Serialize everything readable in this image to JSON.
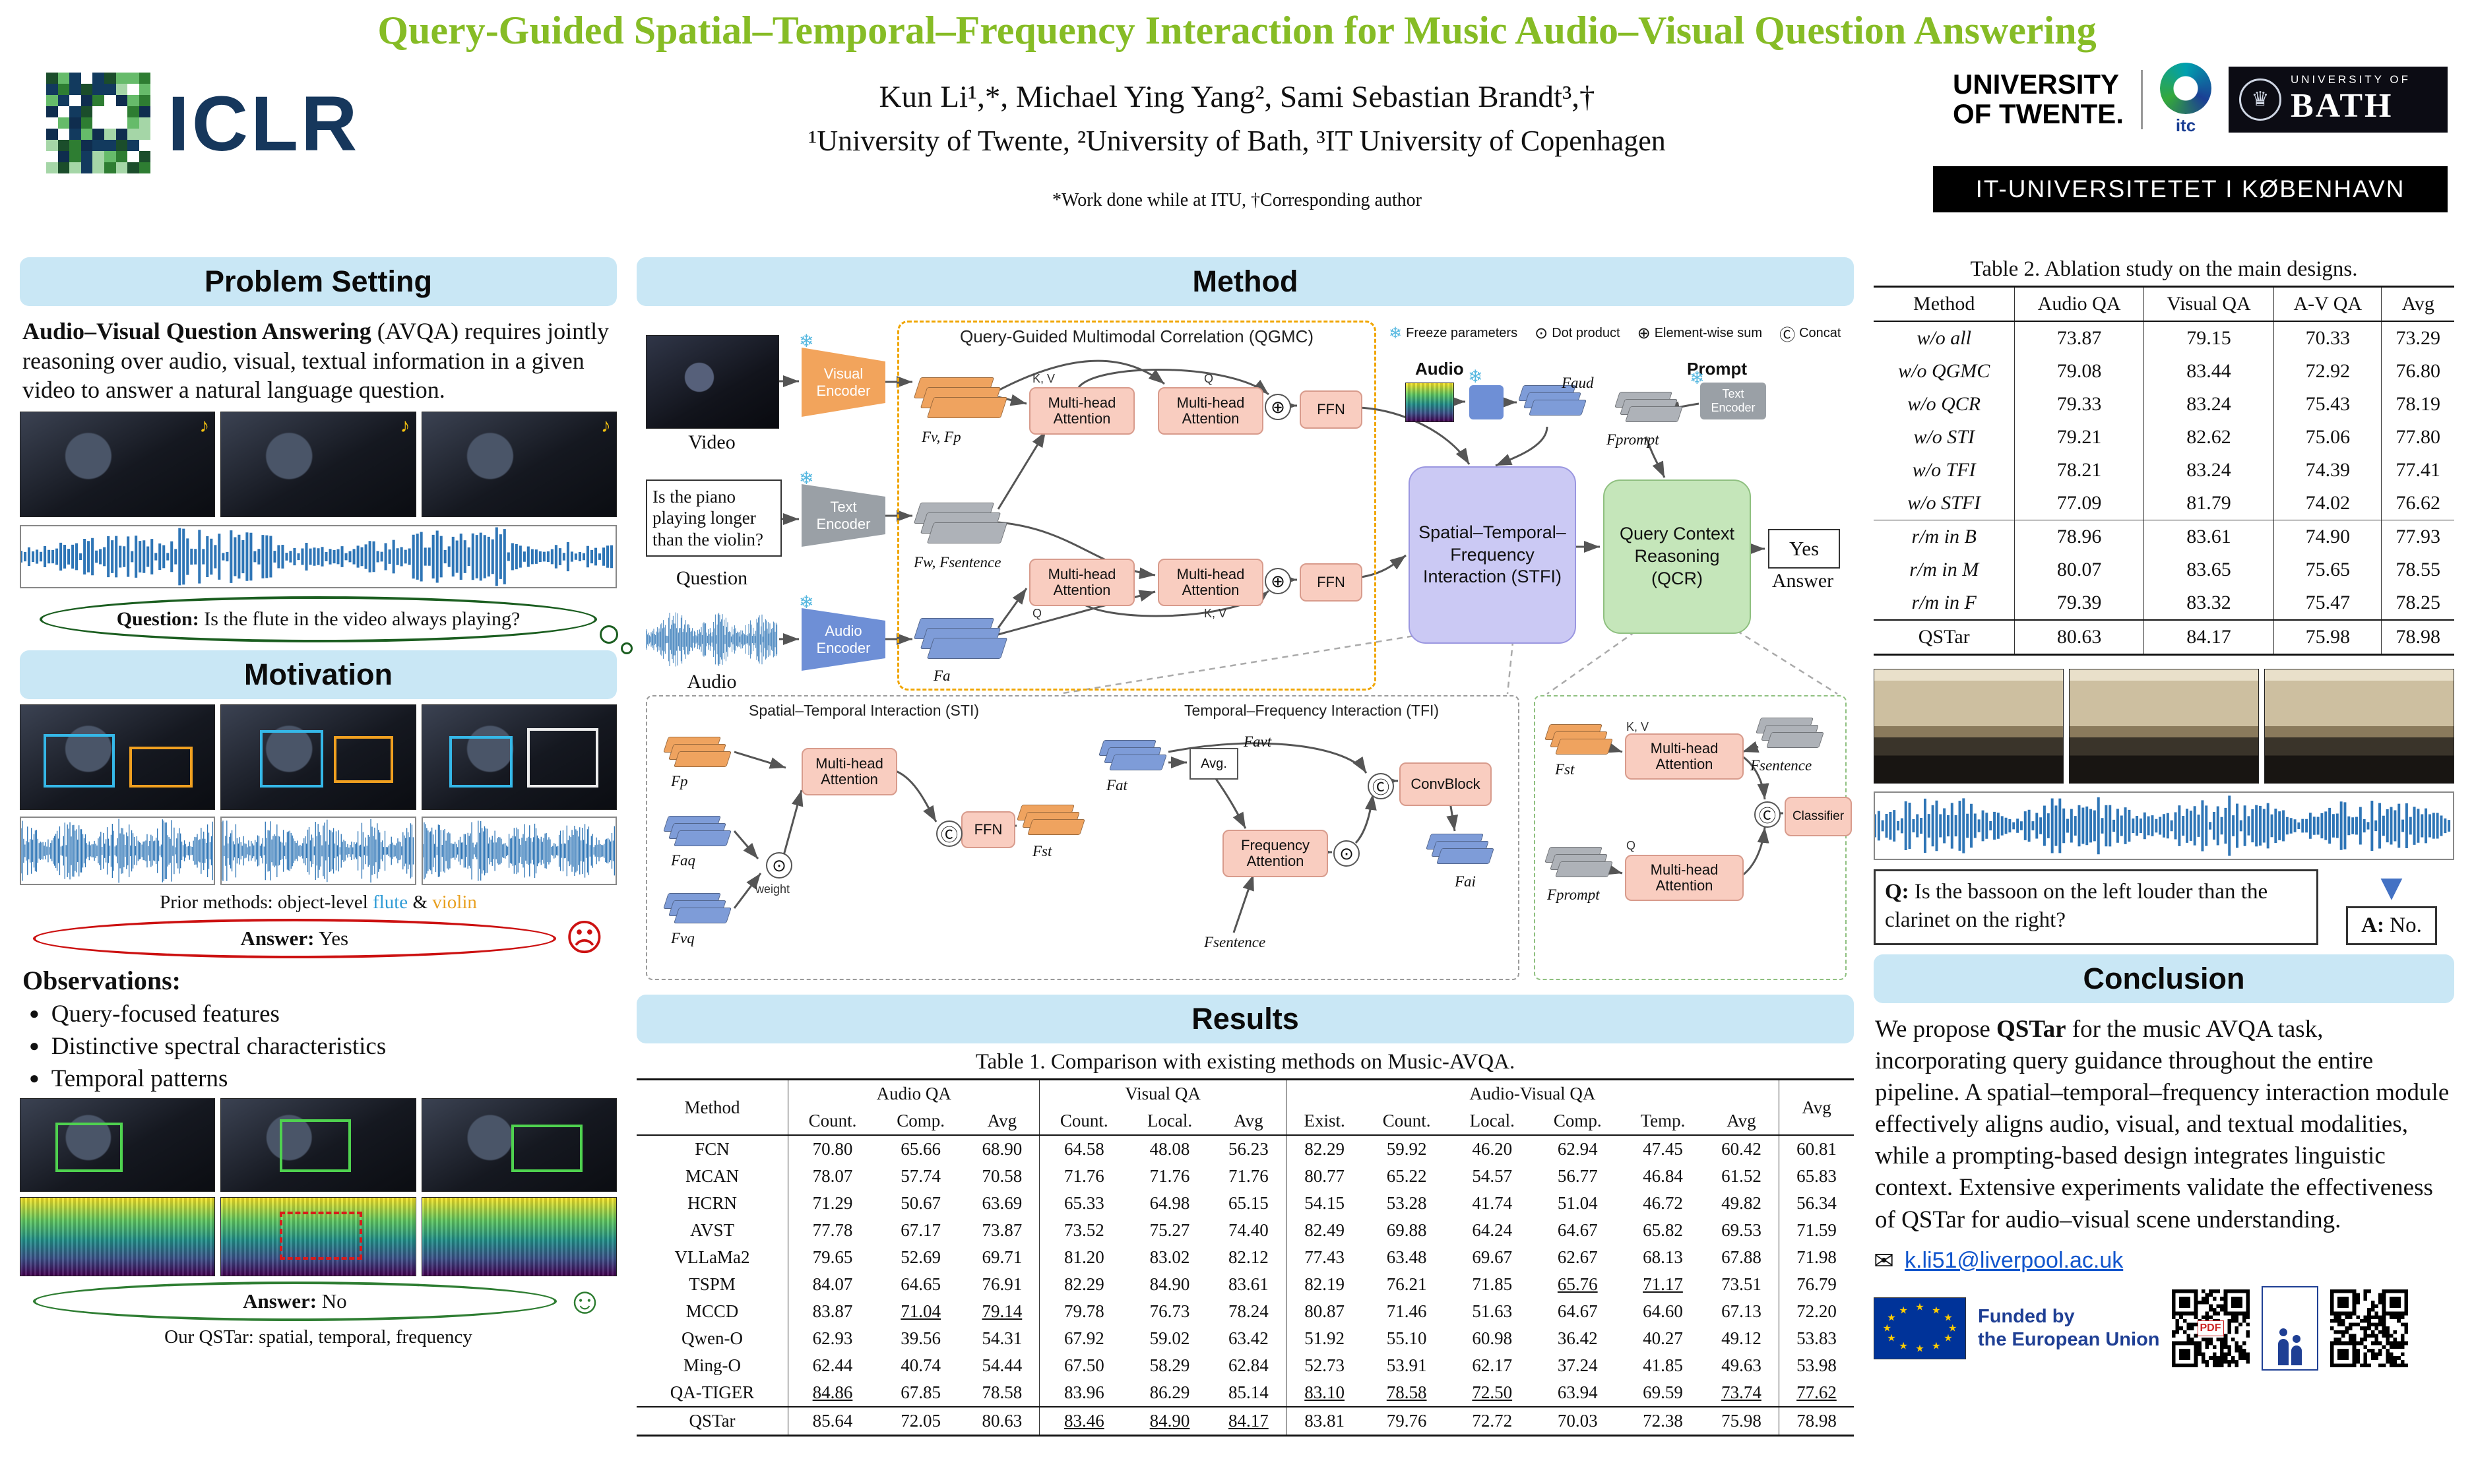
{
  "header": {
    "title": "Query-Guided Spatial–Temporal–Frequency Interaction for Music Audio–Visual Question Answering",
    "authors": "Kun Li¹,*, Michael Ying Yang², Sami Sebastian Brandt³,†",
    "affiliations": "¹University of Twente, ²University of Bath, ³IT University of Copenhagen",
    "footnote": "*Work done while at ITU, †Corresponding author",
    "iclr": "ICLR",
    "logos": {
      "twente1": "UNIVERSITY",
      "twente2": "OF TWENTE.",
      "itc": "itc",
      "bath_top": "UNIVERSITY OF",
      "bath": "BATH",
      "itu": "IT-UNIVERSITETET I KØBENHAVN"
    }
  },
  "left": {
    "problem": {
      "title": "Problem Setting",
      "bold": "Audio–Visual Question Answering",
      "rest": " (AVQA) requires jointly reasoning over audio, visual, textual information in a given video to answer a natural language question.",
      "question_label": "Question:",
      "question_text": " Is the flute in the video always playing?"
    },
    "motivation": {
      "title": "Motivation",
      "prior_prefix": "Prior methods: object-level ",
      "prior_flute": "flute",
      "prior_amp": " & ",
      "prior_violin": "violin",
      "answer_label": "Answer:",
      "answer_yes": " Yes",
      "answer_no": " No",
      "sad_face": "☹",
      "happy_face": "☺",
      "observations_title": "Observations:",
      "observations": [
        "Query-focused features",
        "Distinctive spectral characteristics",
        "Temporal patterns"
      ],
      "caption": "Our QSTar: spatial, temporal, frequency"
    }
  },
  "method": {
    "title": "Method",
    "qgmc_title": "Query-Guided Multimodal Correlation (QGMC)",
    "video_label": "Video",
    "question_label": "Question",
    "audio_label": "Audio",
    "question_text": "Is the piano playing longer than the violin?",
    "visual_encoder": "Visual Encoder",
    "text_encoder": "Text Encoder",
    "audio_encoder": "Audio Encoder",
    "text_encoder_small": "Text Encoder",
    "mha": "Multi-head Attention",
    "ffn": "FFN",
    "legend": [
      {
        "sym": "❄",
        "label": "Freeze parameters"
      },
      {
        "sym": "⊙",
        "label": "Dot product"
      },
      {
        "sym": "⊕",
        "label": "Element-wise sum"
      },
      {
        "sym": "Ⓒ",
        "label": "Concat"
      }
    ],
    "audio_top": "Audio",
    "prompt_top": "Prompt",
    "stfi": "Spatial–Temporal–Frequency Interaction (STFI)",
    "qcr": "Query Context Reasoning (QCR)",
    "answer_value": "Yes",
    "answer_label": "Answer",
    "sti_title": "Spatial–Temporal Interaction (STI)",
    "tfi_title": "Temporal–Frequency Interaction (TFI)",
    "freq_attention": "Frequency Attention",
    "convblock": "ConvBlock",
    "classifier": "Classifier",
    "avg": "Avg.",
    "weight": "weight",
    "plus": "⊕",
    "dot": "⊙",
    "concat": "Ⓒ",
    "kv_label": "K, V",
    "q_label": "Q",
    "feats": {
      "fvfp": "Fv, Fp",
      "fwfs": "Fw, Fsentence",
      "fa": "Fa",
      "faud": "Faud",
      "fprompt": "Fprompt",
      "fp": "Fp",
      "faq": "Faq",
      "fvq": "Fvq",
      "fst": "Fst",
      "fat": "Fat",
      "favt": "Favt",
      "fai": "Fai",
      "fsentence": "Fsentence"
    }
  },
  "results": {
    "title": "Results",
    "table1": {
      "caption": "Table 1. Comparison with existing methods on Music-AVQA.",
      "method_header": "Method",
      "avg_header": "Avg",
      "groups": [
        {
          "label": "Audio QA",
          "cols": [
            "Count.",
            "Comp.",
            "Avg"
          ]
        },
        {
          "label": "Visual QA",
          "cols": [
            "Count.",
            "Local.",
            "Avg"
          ]
        },
        {
          "label": "Audio-Visual QA",
          "cols": [
            "Exist.",
            "Count.",
            "Local.",
            "Comp.",
            "Temp.",
            "Avg"
          ]
        }
      ],
      "rows": [
        [
          "FCN",
          "70.80",
          "65.66",
          "68.90",
          "64.58",
          "48.08",
          "56.23",
          "82.29",
          "59.92",
          "46.20",
          "62.94",
          "47.45",
          "60.42",
          "60.81"
        ],
        [
          "MCAN",
          "78.07",
          "57.74",
          "70.58",
          "71.76",
          "71.76",
          "71.76",
          "80.77",
          "65.22",
          "54.57",
          "56.77",
          "46.84",
          "61.52",
          "65.83"
        ],
        [
          "HCRN",
          "71.29",
          "50.67",
          "63.69",
          "65.33",
          "64.98",
          "65.15",
          "54.15",
          "53.28",
          "41.74",
          "51.04",
          "46.72",
          "49.82",
          "56.34"
        ],
        [
          "AVST",
          "77.78",
          "67.17",
          "73.87",
          "73.52",
          "75.27",
          "74.40",
          "82.49",
          "69.88",
          "64.24",
          "64.67",
          "65.82",
          "69.53",
          "71.59"
        ],
        [
          "VLLaMa2",
          "79.65",
          "52.69",
          "69.71",
          "81.20",
          "83.02",
          "82.12",
          "77.43",
          "63.48",
          "69.67",
          "62.67",
          "68.13",
          "67.88",
          "71.98"
        ],
        [
          "TSPM",
          "84.07",
          "64.65",
          "76.91",
          "82.29",
          "84.90",
          "83.61",
          "82.19",
          "76.21",
          "71.85",
          "u!65.76",
          "u!71.17",
          "73.51",
          "76.79"
        ],
        [
          "MCCD",
          "83.87",
          "u!71.04",
          "u!79.14",
          "79.78",
          "76.73",
          "78.24",
          "80.87",
          "71.46",
          "51.63",
          "64.67",
          "64.60",
          "67.13",
          "72.20"
        ],
        [
          "Qwen-O",
          "62.93",
          "39.56",
          "54.31",
          "67.92",
          "59.02",
          "63.42",
          "51.92",
          "55.10",
          "60.98",
          "36.42",
          "40.27",
          "49.12",
          "53.83"
        ],
        [
          "Ming-O",
          "62.44",
          "40.74",
          "54.44",
          "67.50",
          "58.29",
          "62.84",
          "52.73",
          "53.91",
          "62.17",
          "37.24",
          "41.85",
          "49.63",
          "53.98"
        ],
        [
          "QA-TIGER",
          "u!84.86",
          "67.85",
          "78.58",
          "b!83.96",
          "b!86.29",
          "b!85.14",
          "u!83.10",
          "u!78.58",
          "u!72.50",
          "63.94",
          "69.59",
          "u!73.74",
          "u!77.62"
        ],
        [
          "QSTar",
          "b!85.64",
          "b!72.05",
          "b!80.63",
          "u!83.46",
          "u!84.90",
          "u!84.17",
          "b!83.81",
          "b!79.76",
          "b!72.72",
          "b!70.03",
          "b!72.38",
          "b!75.98",
          "b!78.98"
        ]
      ]
    }
  },
  "right": {
    "table2": {
      "caption": "Table 2. Ablation study on the main designs.",
      "headers": [
        "Method",
        "Audio QA",
        "Visual QA",
        "A-V QA",
        "Avg"
      ],
      "rows": [
        [
          "i!w/o all",
          "73.87",
          "79.15",
          "70.33",
          "73.29"
        ],
        [
          "i!w/o QGMC",
          "79.08",
          "83.44",
          "72.92",
          "76.80"
        ],
        [
          "i!w/o QCR",
          "79.33",
          "83.24",
          "75.43",
          "78.19"
        ],
        [
          "i!w/o STI",
          "79.21",
          "82.62",
          "75.06",
          "77.80"
        ],
        [
          "i!w/o TFI",
          "78.21",
          "83.24",
          "74.39",
          "77.41"
        ],
        [
          "i!w/o STFI",
          "77.09",
          "81.79",
          "74.02",
          "76.62"
        ],
        [
          "i!r/m in B",
          "78.96",
          "83.61",
          "74.90",
          "77.93"
        ],
        [
          "i!r/m in M",
          "80.07",
          "83.65",
          "75.65",
          "78.55"
        ],
        [
          "i!r/m in F",
          "79.39",
          "83.32",
          "75.47",
          "78.25"
        ],
        [
          "QSTar",
          "b!80.63",
          "b!84.17",
          "b!75.98",
          "b!78.98"
        ]
      ]
    },
    "qa": {
      "q_label": "Q:",
      "q_text": " Is the bassoon on the left louder than the clarinet on the right?",
      "a_label": "A:",
      "a_text": " No."
    },
    "conclusion": {
      "title": "Conclusion",
      "p1": "We propose ",
      "bold": "QSTar",
      "p2": " for the music AVQA task, incorporating query guidance throughout the entire pipeline. A spatial–temporal–frequency interaction module effectively aligns audio, visual, and textual modalities, while a prompting-based design integrates linguistic context. Extensive experiments validate the effectiveness of QSTar for audio–visual scene understanding."
    },
    "footer": {
      "email": "k.li51@liverpool.ac.uk",
      "funded1": "Funded by",
      "funded2": "the European Union",
      "qr1_label": "PDF"
    }
  }
}
